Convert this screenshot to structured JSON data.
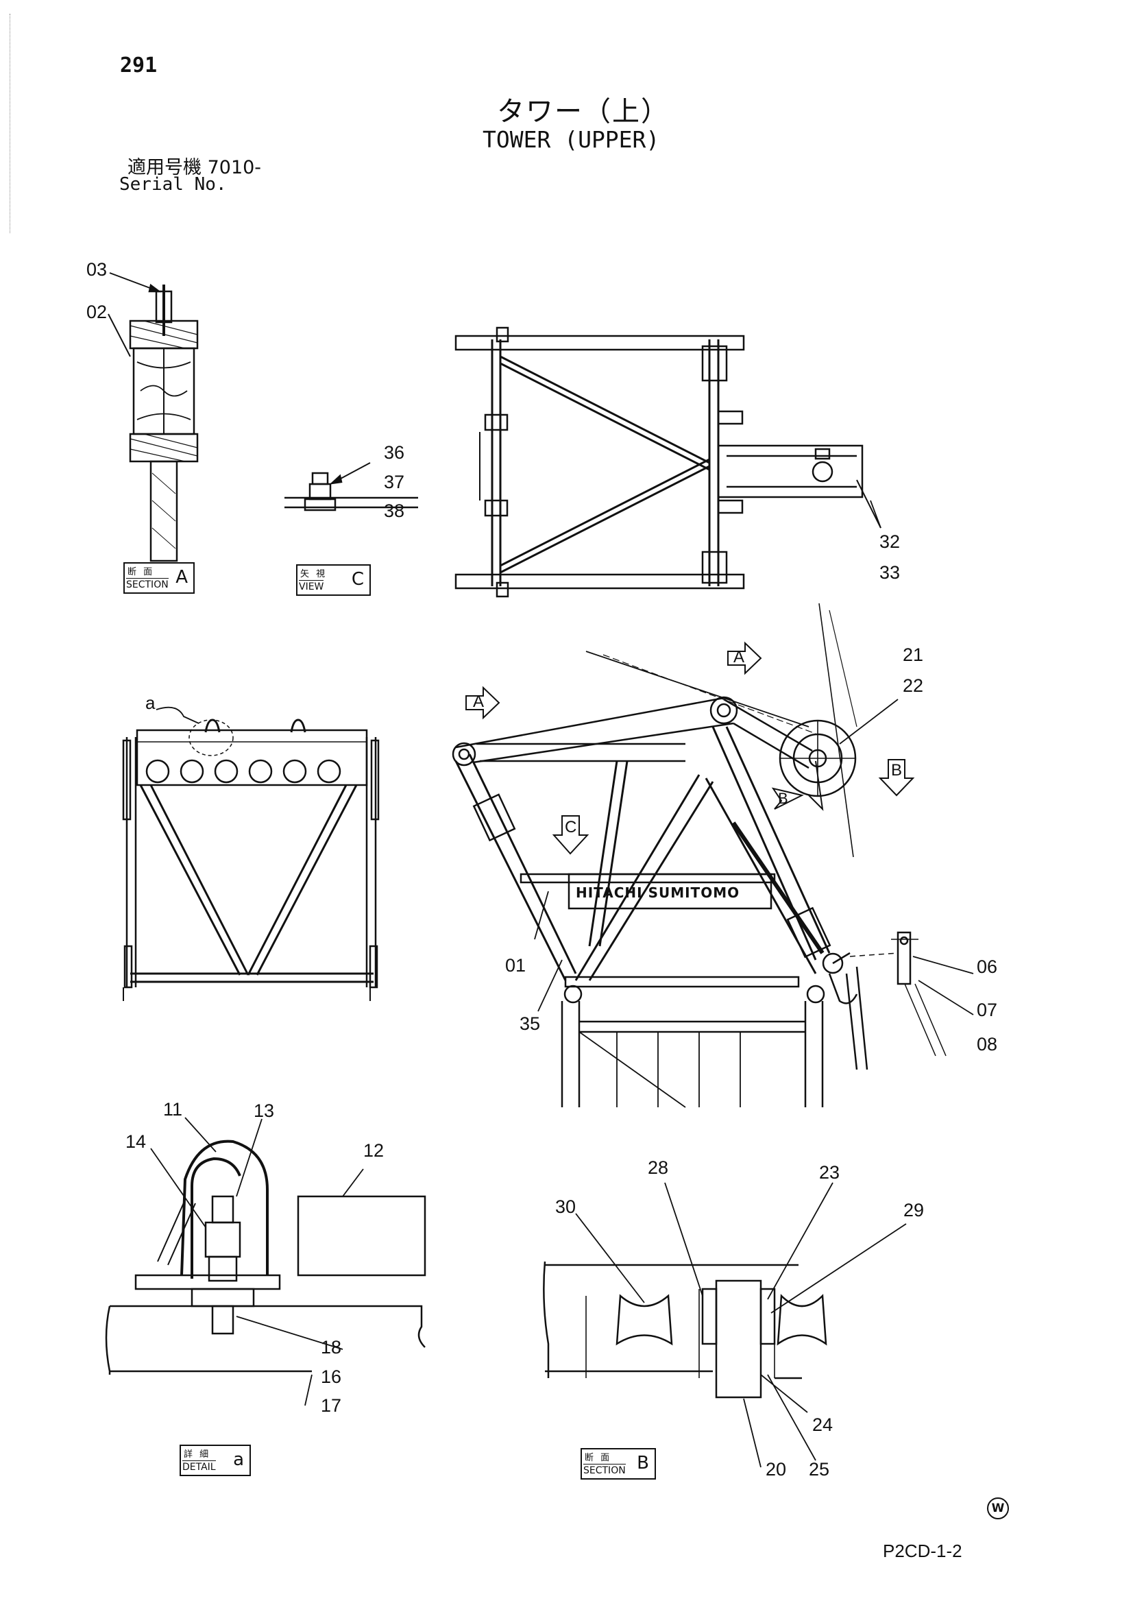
{
  "page_number": "291",
  "title": {
    "jp": "タワー（上）",
    "en": "TOWER (UPPER)"
  },
  "serial": {
    "jp": "適用号機  7010-",
    "en": "Serial No."
  },
  "views": [
    {
      "id": "section-a",
      "jp": "断 面",
      "en": "SECTION",
      "letter": "A"
    },
    {
      "id": "view-c",
      "jp": "矢 視",
      "en": "VIEW",
      "letter": "C"
    },
    {
      "id": "detail-a",
      "jp": "詳 細",
      "en": "DETAIL",
      "letter": "a"
    },
    {
      "id": "section-b",
      "jp": "断 面",
      "en": "SECTION",
      "letter": "B"
    }
  ],
  "section_markers": [
    "A",
    "A",
    "B",
    "B",
    "C",
    "a"
  ],
  "logo": "HITACHI SUMITOMO",
  "callouts": {
    "c03": "03",
    "c02": "02",
    "c36": "36",
    "c37": "37",
    "c38": "38",
    "c32": "32",
    "c33": "33",
    "c21": "21",
    "c22": "22",
    "c01": "01",
    "c35": "35",
    "c06": "06",
    "c07": "07",
    "c08": "08",
    "c11": "11",
    "c13": "13",
    "c14": "14",
    "c12": "12",
    "c18": "18",
    "c16": "16",
    "c17": "17",
    "c28": "28",
    "c23": "23",
    "c30": "30",
    "c29": "29",
    "c24": "24",
    "c20": "20",
    "c25": "25"
  },
  "marker_w": "W",
  "doc_code": "P2CD-1-2"
}
